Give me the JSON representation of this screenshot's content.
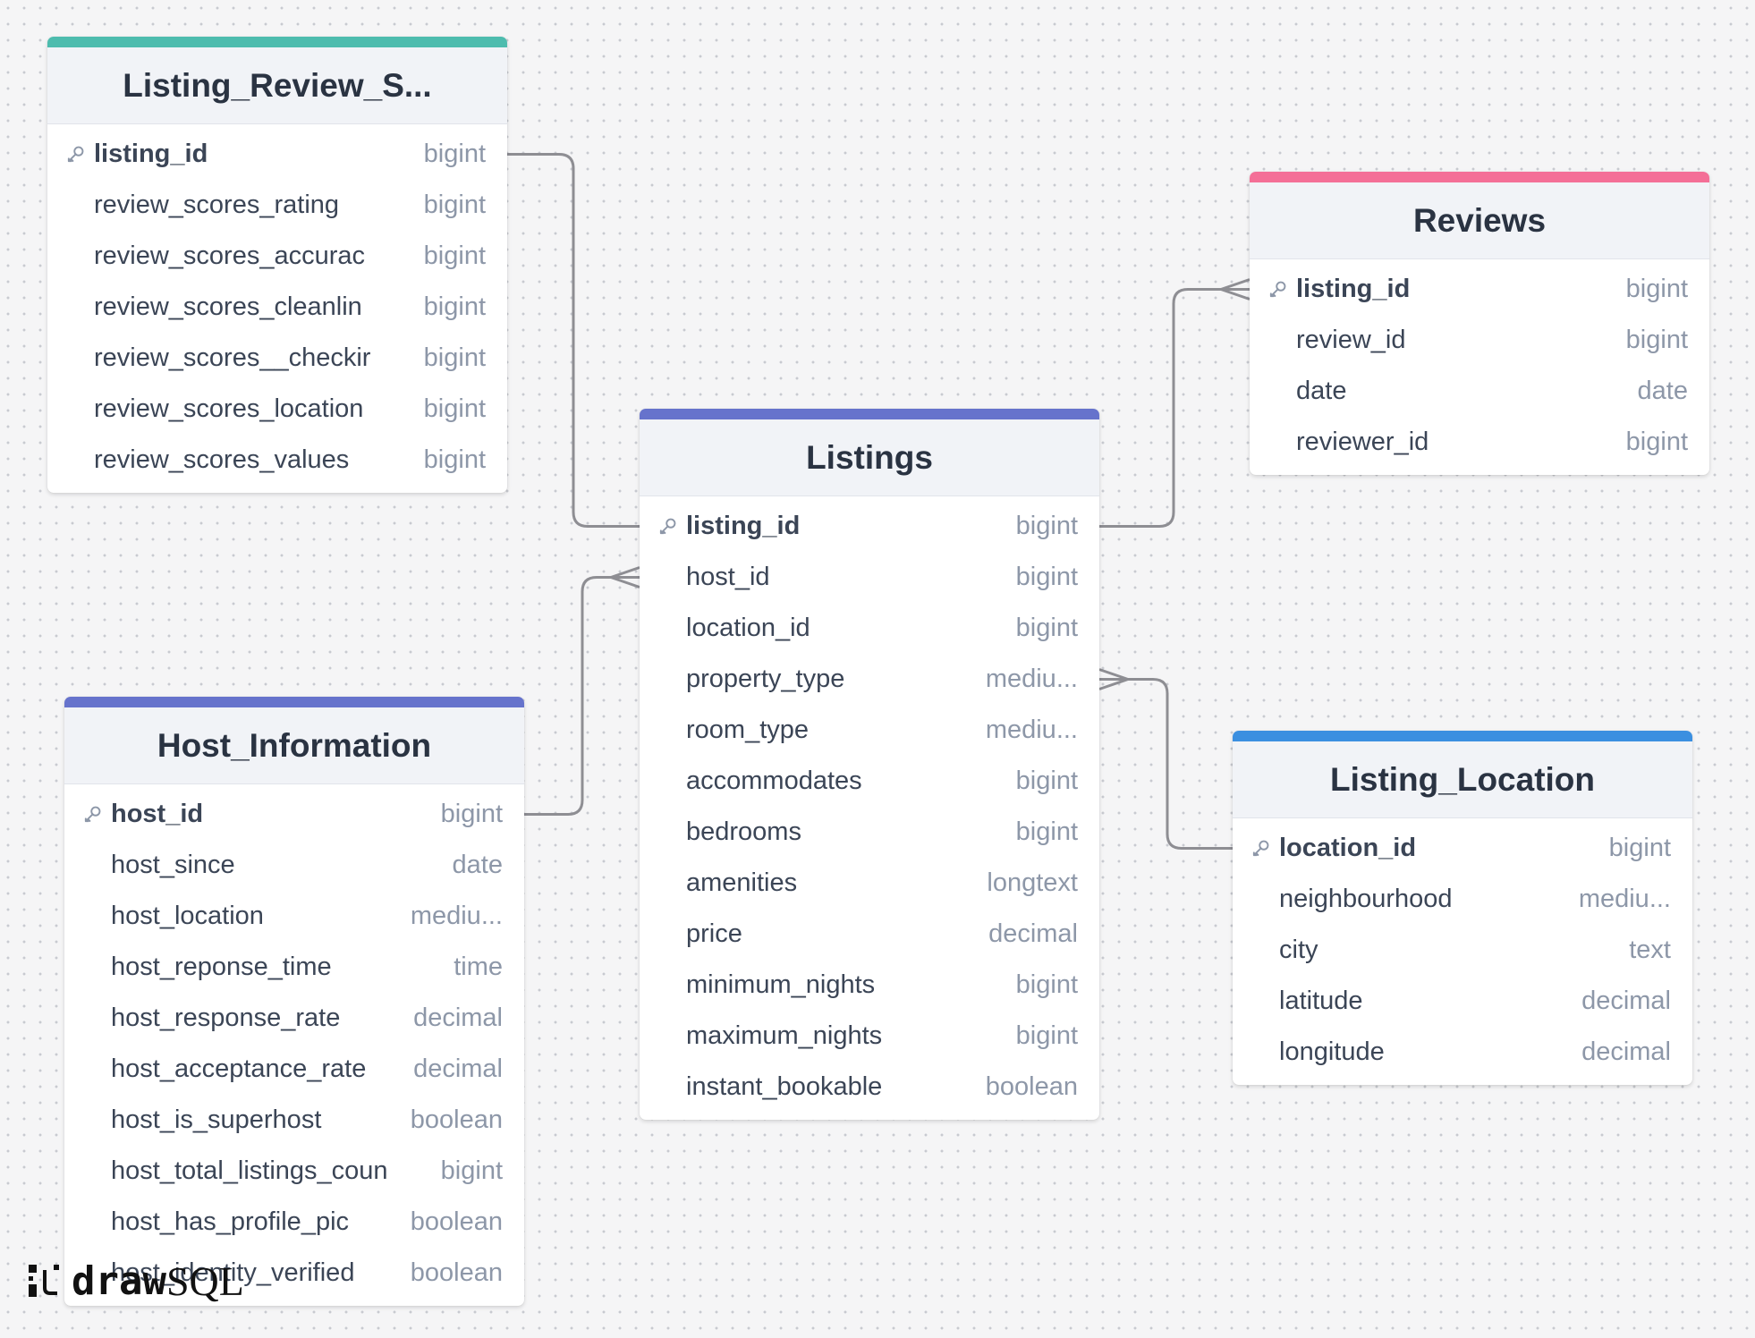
{
  "diagram": {
    "tables": [
      {
        "id": "listing_review_scores",
        "title": "Listing_Review_S...",
        "accent_color": "#4dbcae",
        "columns": [
          {
            "name": "listing_id",
            "type": "bigint",
            "pk": true
          },
          {
            "name": "review_scores_rating",
            "type": "bigint",
            "pk": false
          },
          {
            "name": "review_scores_accurac",
            "type": "bigint",
            "pk": false
          },
          {
            "name": "review_scores_cleanlin",
            "type": "bigint",
            "pk": false
          },
          {
            "name": "review_scores__checkir",
            "type": "bigint",
            "pk": false
          },
          {
            "name": "review_scores_location",
            "type": "bigint",
            "pk": false
          },
          {
            "name": "review_scores_values",
            "type": "bigint",
            "pk": false
          }
        ]
      },
      {
        "id": "reviews",
        "title": "Reviews",
        "accent_color": "#f46f97",
        "columns": [
          {
            "name": "listing_id",
            "type": "bigint",
            "pk": true
          },
          {
            "name": "review_id",
            "type": "bigint",
            "pk": false
          },
          {
            "name": "date",
            "type": "date",
            "pk": false
          },
          {
            "name": "reviewer_id",
            "type": "bigint",
            "pk": false
          }
        ]
      },
      {
        "id": "listings",
        "title": "Listings",
        "accent_color": "#6673cc",
        "columns": [
          {
            "name": "listing_id",
            "type": "bigint",
            "pk": true
          },
          {
            "name": "host_id",
            "type": "bigint",
            "pk": false
          },
          {
            "name": "location_id",
            "type": "bigint",
            "pk": false
          },
          {
            "name": "property_type",
            "type": "mediu...",
            "pk": false
          },
          {
            "name": "room_type",
            "type": "mediu...",
            "pk": false
          },
          {
            "name": "accommodates",
            "type": "bigint",
            "pk": false
          },
          {
            "name": "bedrooms",
            "type": "bigint",
            "pk": false
          },
          {
            "name": "amenities",
            "type": "longtext",
            "pk": false
          },
          {
            "name": "price",
            "type": "decimal",
            "pk": false
          },
          {
            "name": "minimum_nights",
            "type": "bigint",
            "pk": false
          },
          {
            "name": "maximum_nights",
            "type": "bigint",
            "pk": false
          },
          {
            "name": "instant_bookable",
            "type": "boolean",
            "pk": false
          }
        ]
      },
      {
        "id": "host_information",
        "title": "Host_Information",
        "accent_color": "#6673cc",
        "columns": [
          {
            "name": "host_id",
            "type": "bigint",
            "pk": true
          },
          {
            "name": "host_since",
            "type": "date",
            "pk": false
          },
          {
            "name": "host_location",
            "type": "mediu...",
            "pk": false
          },
          {
            "name": "host_reponse_time",
            "type": "time",
            "pk": false
          },
          {
            "name": "host_response_rate",
            "type": "decimal",
            "pk": false
          },
          {
            "name": "host_acceptance_rate",
            "type": "decimal",
            "pk": false
          },
          {
            "name": "host_is_superhost",
            "type": "boolean",
            "pk": false
          },
          {
            "name": "host_total_listings_coun",
            "type": "bigint",
            "pk": false
          },
          {
            "name": "host_has_profile_pic",
            "type": "boolean",
            "pk": false
          },
          {
            "name": "host_identity_verified",
            "type": "boolean",
            "pk": false
          }
        ]
      },
      {
        "id": "listing_location",
        "title": "Listing_Location",
        "accent_color": "#3b8fe0",
        "columns": [
          {
            "name": "location_id",
            "type": "bigint",
            "pk": true
          },
          {
            "name": "neighbourhood",
            "type": "mediu...",
            "pk": false
          },
          {
            "name": "city",
            "type": "text",
            "pk": false
          },
          {
            "name": "latitude",
            "type": "decimal",
            "pk": false
          },
          {
            "name": "longitude",
            "type": "decimal",
            "pk": false
          }
        ]
      }
    ],
    "relations": [
      {
        "from_table": "listing_review_scores",
        "from_column": "listing_id",
        "to_table": "listings",
        "to_column": "listing_id",
        "cardinality": "one-to-one"
      },
      {
        "from_table": "listings",
        "from_column": "listing_id",
        "to_table": "reviews",
        "to_column": "listing_id",
        "cardinality": "one-to-many"
      },
      {
        "from_table": "host_information",
        "from_column": "host_id",
        "to_table": "listings",
        "to_column": "host_id",
        "cardinality": "one-to-many"
      },
      {
        "from_table": "listing_location",
        "from_column": "location_id",
        "to_table": "listings",
        "to_column": "property_type",
        "cardinality": "one-to-many"
      }
    ]
  },
  "logo": {
    "draw": "draw",
    "sql": "SQL"
  },
  "colors": {
    "connector": "#8e8e93",
    "header_bg": "#f1f3f7",
    "title_text": "#2a3342",
    "column_text": "#3b4556",
    "type_text": "#8d97a8",
    "key_icon": "#8d97a8"
  }
}
